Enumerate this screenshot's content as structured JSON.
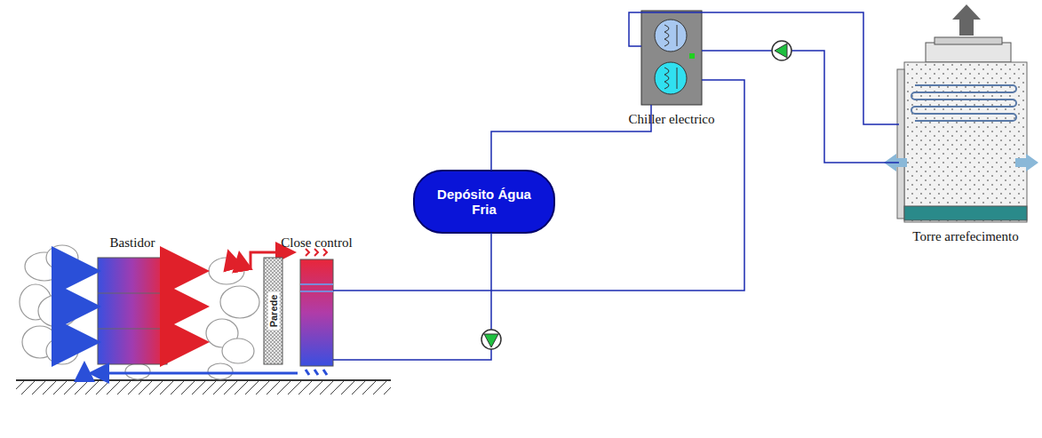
{
  "diagram": {
    "nodes": [
      {
        "text": [
          "Bastidor"
        ]
      },
      {
        "text": [
          "Parede"
        ]
      },
      {
        "text": [
          "Close control"
        ]
      },
      {
        "text": [
          "Depósito Água Fria"
        ]
      },
      {
        "text": [
          "Chiller electrico"
        ]
      },
      {
        "text": [
          "Torre arrefecimento"
        ]
      }
    ],
    "edges": [
      {
        "from": 2,
        "to": 3,
        "arrow": "none"
      },
      {
        "from": 3,
        "to": 4,
        "arrow": "none"
      },
      {
        "from": 4,
        "to": 2,
        "arrow": "none"
      },
      {
        "from": 4,
        "to": 5,
        "arrow": "none"
      },
      {
        "from": 4,
        "to": 5,
        "arrow": "none"
      }
    ]
  }
}
